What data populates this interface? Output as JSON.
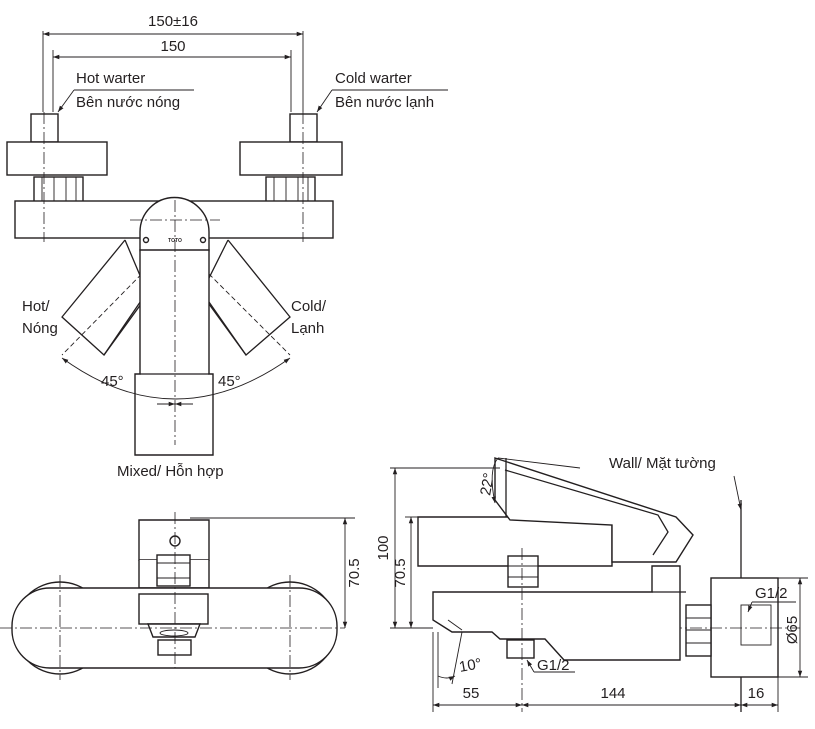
{
  "top_view": {
    "dim_total": "150±16",
    "dim_inner": "150",
    "hot_label_en": "Hot warter",
    "hot_label_vi": "Bên nước nóng",
    "cold_label_en": "Cold warter",
    "cold_label_vi": "Bên nước lạnh",
    "logo": "TOTO",
    "hot_side_en": "Hot/",
    "hot_side_vi": "Nóng",
    "cold_side_en": "Cold/",
    "cold_side_vi": "Lạnh",
    "angle_left": "45°",
    "angle_right": "45°",
    "mixed_label": "Mixed/ Hỗn hợp"
  },
  "front_view": {
    "dim_height": "70.5"
  },
  "side_view": {
    "wall_label": "Wall/ Mặt tường",
    "angle_top": "22°",
    "angle_bottom": "10°",
    "dim_height_total": "100",
    "dim_height_inner": "70.5",
    "thread_bottom": "G1/2",
    "thread_wall": "G1/2",
    "dim_diameter": "Ø65",
    "dim_left": "55",
    "dim_middle": "144",
    "dim_right": "16"
  }
}
